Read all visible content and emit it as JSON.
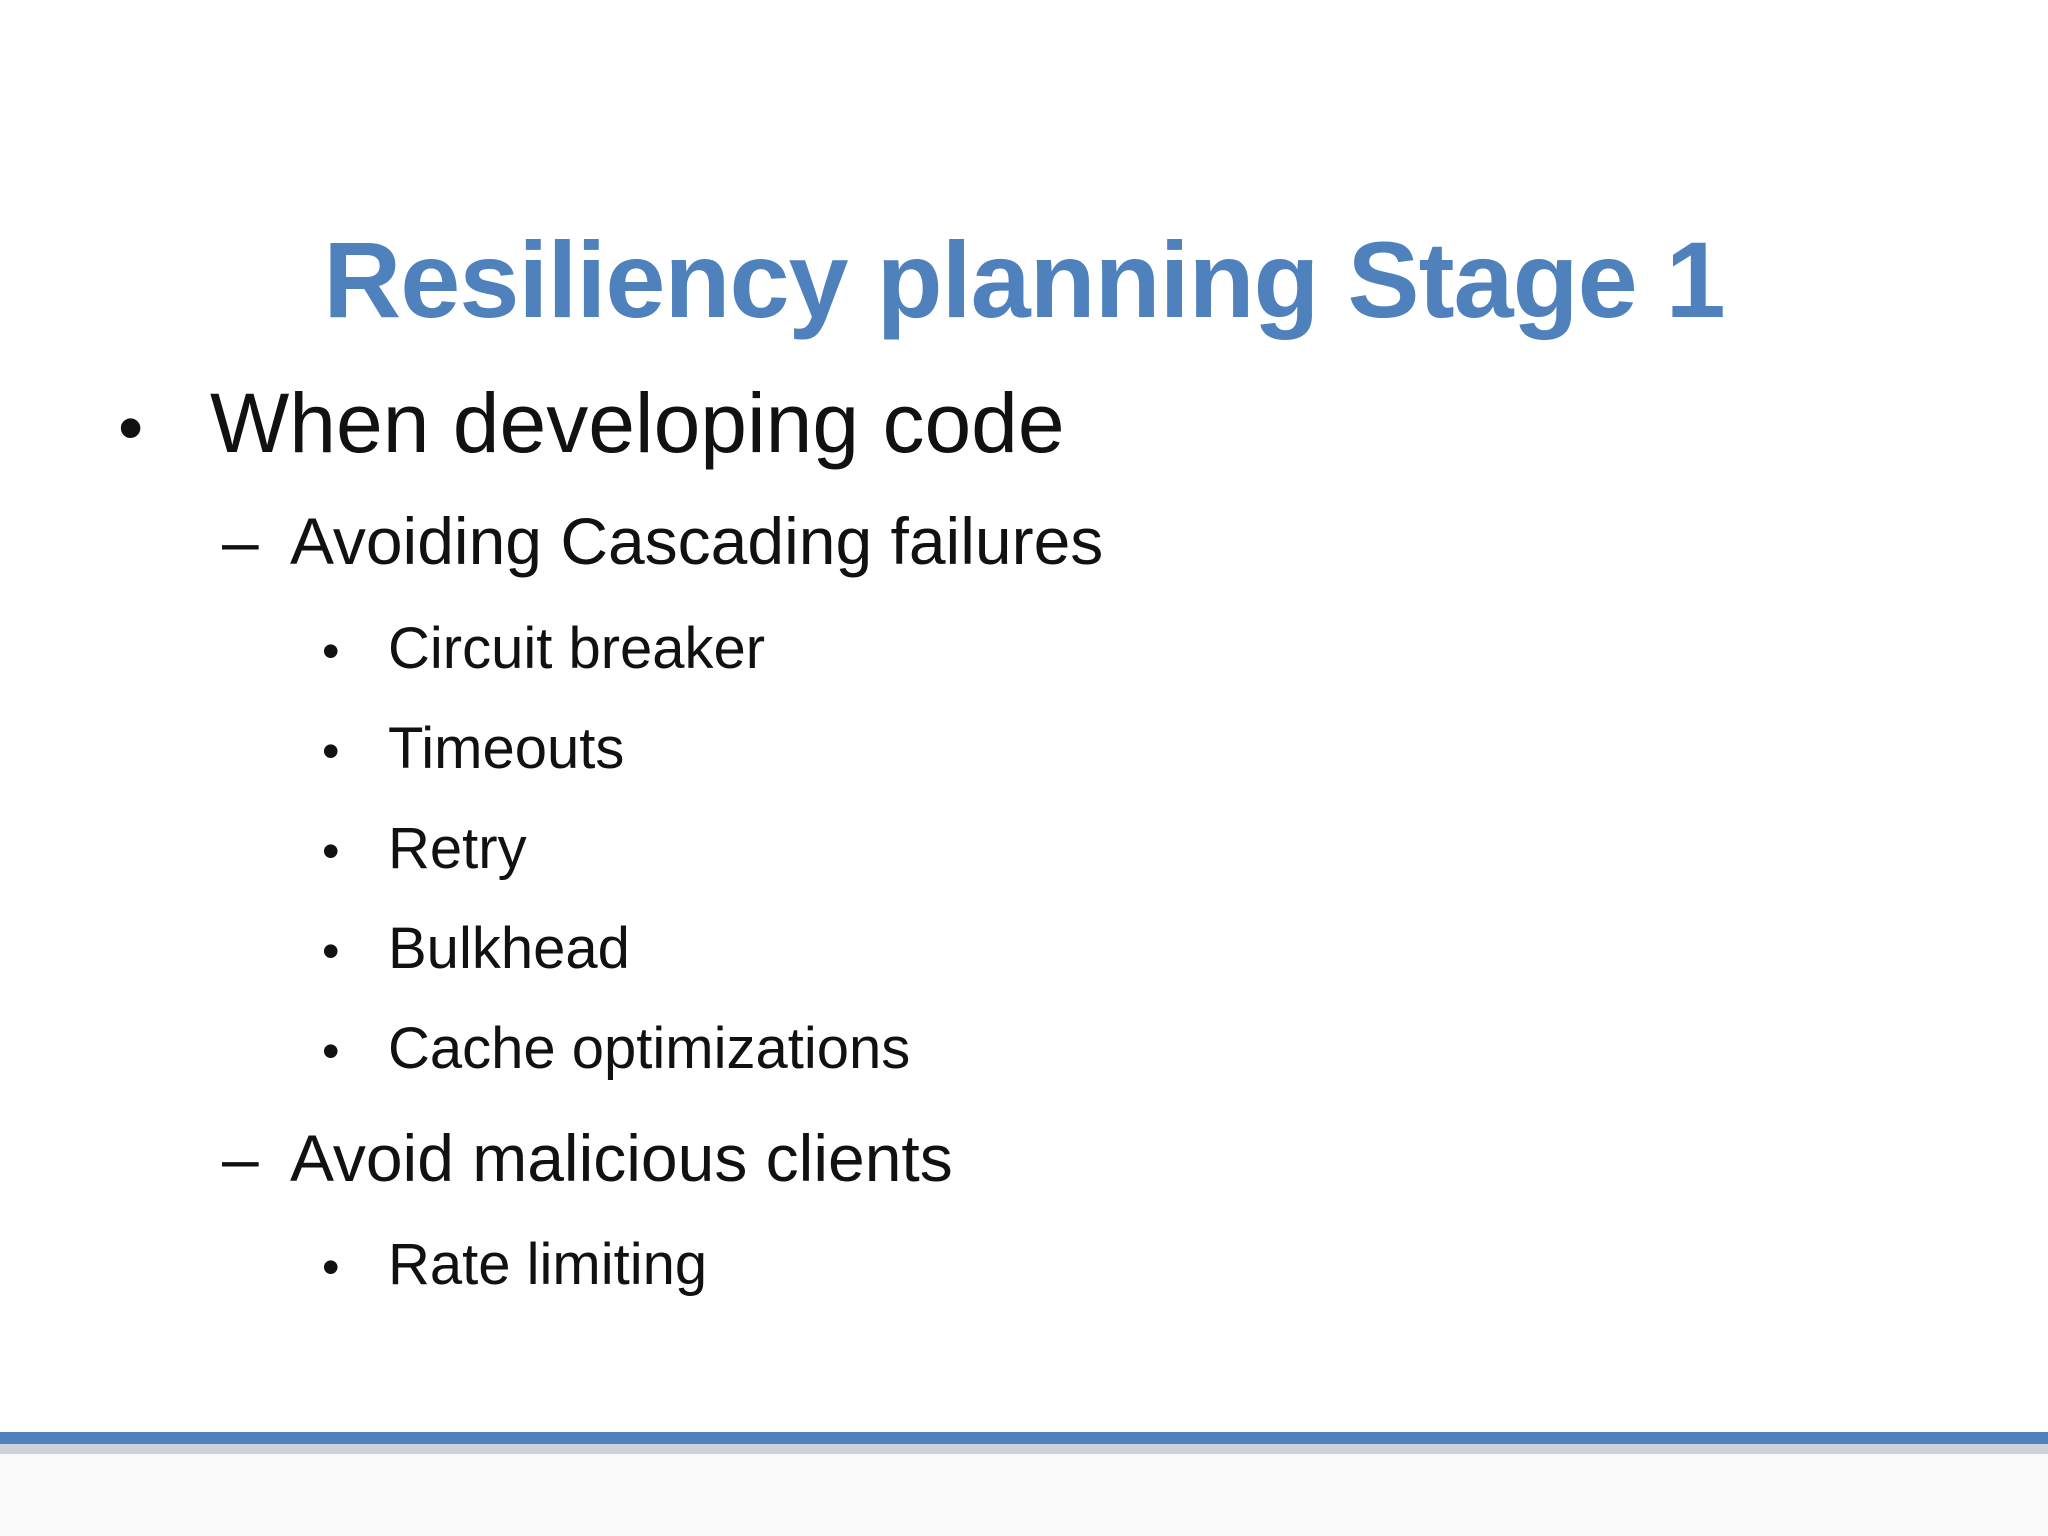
{
  "slide": {
    "title": "Resiliency planning Stage 1",
    "markers": {
      "level1": "•",
      "level2": "–",
      "level3": "•"
    },
    "bullets": [
      {
        "level": 1,
        "text": "When developing code"
      },
      {
        "level": 2,
        "text": "Avoiding Cascading failures"
      },
      {
        "level": 3,
        "text": "Circuit breaker"
      },
      {
        "level": 3,
        "text": "Timeouts"
      },
      {
        "level": 3,
        "text": "Retry"
      },
      {
        "level": 3,
        "text": "Bulkhead"
      },
      {
        "level": 3,
        "text": "Cache optimizations"
      },
      {
        "level": 2,
        "text": "Avoid malicious clients"
      },
      {
        "level": 3,
        "text": "Rate limiting"
      }
    ]
  },
  "colors": {
    "title-blue": "#4f81bd",
    "line-blue": "#4f81bd",
    "line-gray": "#ccd3d8",
    "text": "#111111",
    "footer-bg": "#fafafb"
  }
}
